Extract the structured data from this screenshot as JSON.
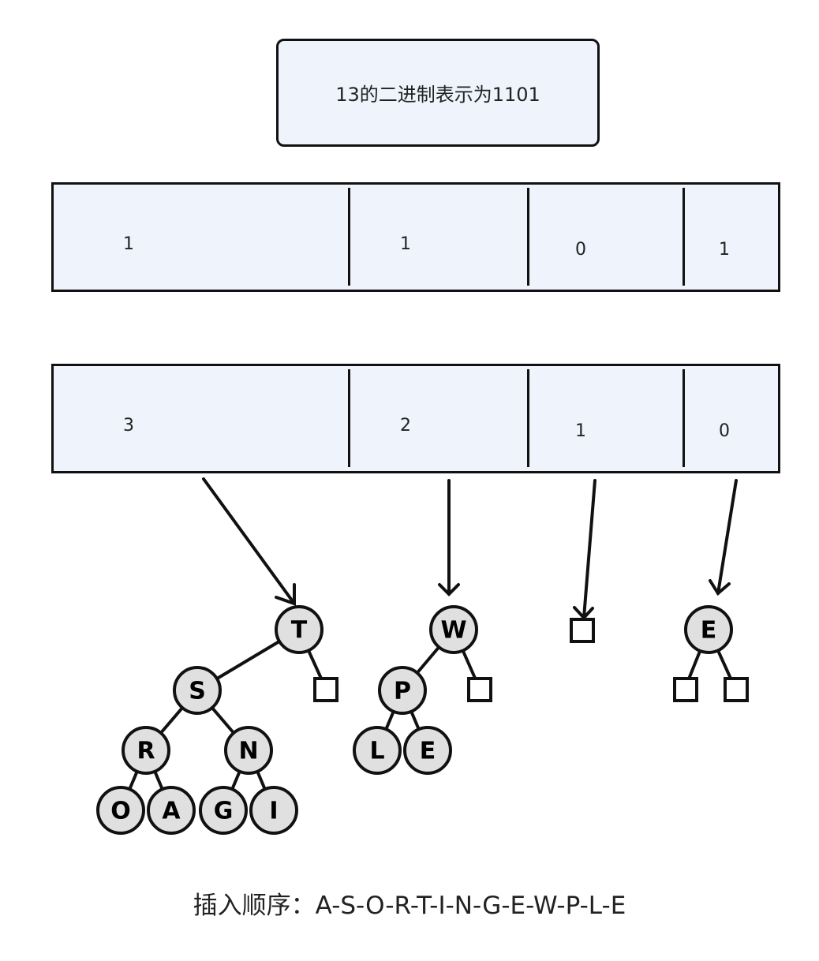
{
  "title": "13的二进制表示为1101",
  "binary_row": {
    "cells": [
      "1",
      "1",
      "0",
      "1"
    ]
  },
  "index_row": {
    "cells": [
      "3",
      "2",
      "1",
      "0"
    ]
  },
  "trees": [
    {
      "root": "T",
      "nodes": [
        "T",
        "S",
        "R",
        "N",
        "O",
        "A",
        "G",
        "I"
      ]
    },
    {
      "root": "W",
      "nodes": [
        "W",
        "P",
        "L",
        "E"
      ]
    },
    {
      "root": null,
      "nodes": []
    },
    {
      "root": "E",
      "nodes": [
        "E"
      ]
    }
  ],
  "caption": "插入顺序：A-S-O-R-T-I-N-G-E-W-P-L-E",
  "colors": {
    "box_fill": "#eef3fc",
    "node_fill": "#e0e0e0",
    "stroke": "#111111"
  }
}
